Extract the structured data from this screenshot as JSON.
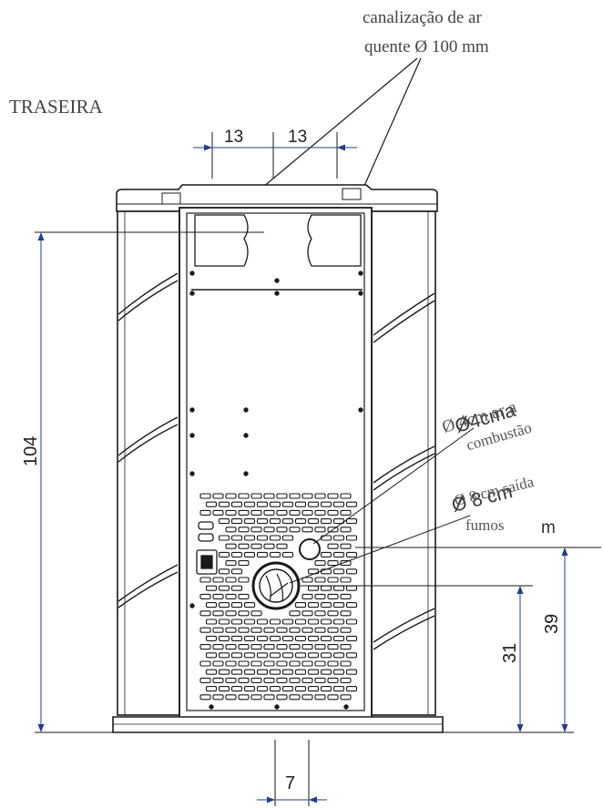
{
  "title": "TRASEIRA",
  "labels": {
    "hot_air": [
      "canalização de ar",
      "quente Ø 100 mm"
    ],
    "combustion_air_a": "Ø 4cm ar a",
    "combustion_air_b": "combustão",
    "combustion_air_overlay": "Ø4cma",
    "flue_a": "Ø 8 cm saída",
    "flue_b": "fumos",
    "flue_overlay_a": "Ø 8 cm",
    "flue_overlay_b": "m"
  },
  "dimensions": {
    "top_left": "13",
    "top_right": "13",
    "height": "104",
    "flue_height": "31",
    "air_height": "39",
    "bottom_width": "7"
  },
  "colors": {
    "line": "#1a1a1a",
    "dim": "#1f3f8a",
    "body_fill": "#ffffff"
  }
}
